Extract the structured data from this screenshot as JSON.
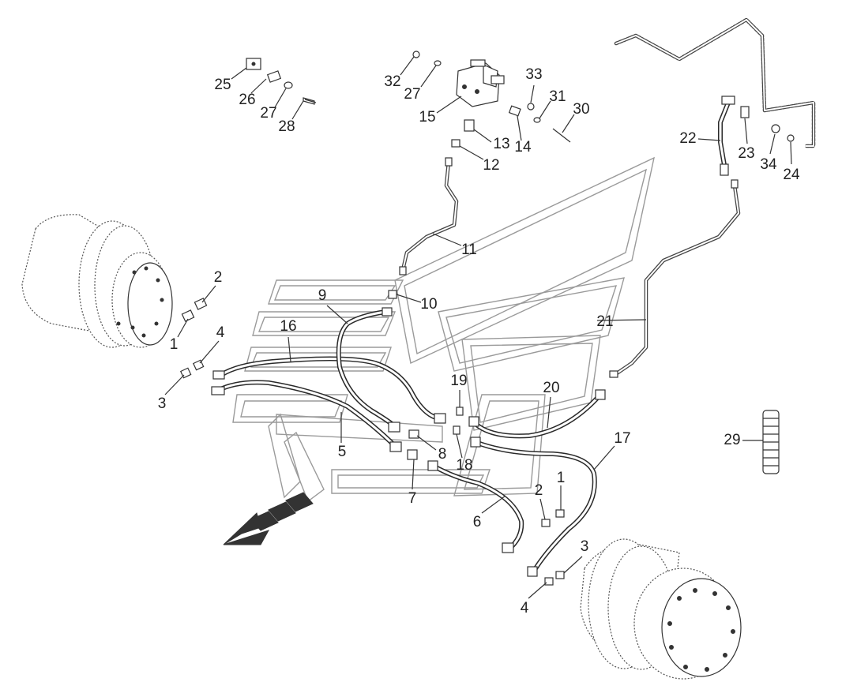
{
  "diagram": {
    "callouts": [
      {
        "id": "c25",
        "text": "25"
      },
      {
        "id": "c26",
        "text": "26"
      },
      {
        "id": "c27a",
        "text": "27"
      },
      {
        "id": "c28",
        "text": "28"
      },
      {
        "id": "c32",
        "text": "32"
      },
      {
        "id": "c27b",
        "text": "27"
      },
      {
        "id": "c15",
        "text": "15"
      },
      {
        "id": "c33",
        "text": "33"
      },
      {
        "id": "c31",
        "text": "31"
      },
      {
        "id": "c30",
        "text": "30"
      },
      {
        "id": "c13",
        "text": "13"
      },
      {
        "id": "c14",
        "text": "14"
      },
      {
        "id": "c12",
        "text": "12"
      },
      {
        "id": "c22",
        "text": "22"
      },
      {
        "id": "c23",
        "text": "23"
      },
      {
        "id": "c34",
        "text": "34"
      },
      {
        "id": "c24",
        "text": "24"
      },
      {
        "id": "c11",
        "text": "11"
      },
      {
        "id": "c2a",
        "text": "2"
      },
      {
        "id": "c1a",
        "text": "1"
      },
      {
        "id": "c4a",
        "text": "4"
      },
      {
        "id": "c3a",
        "text": "3"
      },
      {
        "id": "c9",
        "text": "9"
      },
      {
        "id": "c10",
        "text": "10"
      },
      {
        "id": "c16",
        "text": "16"
      },
      {
        "id": "c21",
        "text": "21"
      },
      {
        "id": "c19",
        "text": "19"
      },
      {
        "id": "c20",
        "text": "20"
      },
      {
        "id": "c5",
        "text": "5"
      },
      {
        "id": "c8",
        "text": "8"
      },
      {
        "id": "c18",
        "text": "18"
      },
      {
        "id": "c7",
        "text": "7"
      },
      {
        "id": "c17",
        "text": "17"
      },
      {
        "id": "c29",
        "text": "29"
      },
      {
        "id": "c6",
        "text": "6"
      },
      {
        "id": "c2b",
        "text": "2"
      },
      {
        "id": "c1b",
        "text": "1"
      },
      {
        "id": "c3b",
        "text": "3"
      },
      {
        "id": "c4b",
        "text": "4"
      }
    ]
  }
}
